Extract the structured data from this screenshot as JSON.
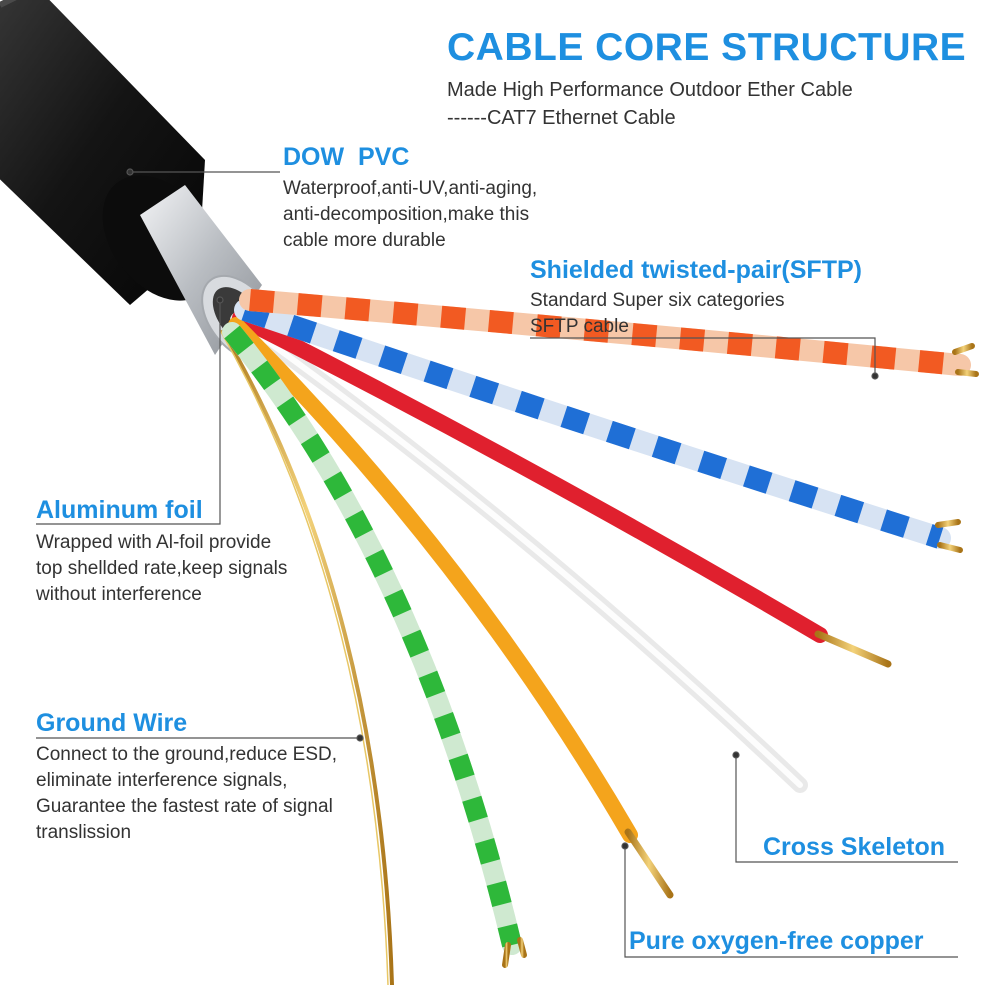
{
  "title": "CABLE CORE STRUCTURE",
  "subtitle": [
    "Made High Performance Outdoor Ether Cable",
    "------CAT7 Ethernet Cable"
  ],
  "callouts": {
    "pvc": {
      "heading": "DOW  PVC",
      "lines": [
        "Waterproof,anti-UV,anti-aging,",
        "anti-decomposition,make this",
        "cable more durable"
      ]
    },
    "sftp": {
      "heading": "Shielded twisted-pair(SFTP)",
      "lines": [
        "Standard Super six categories",
        "SFTP cable"
      ]
    },
    "foil": {
      "heading": "Aluminum foil",
      "lines": [
        "Wrapped with Al-foil provide",
        "top shellded rate,keep signals",
        "without interference"
      ]
    },
    "ground": {
      "heading": "Ground Wire",
      "lines": [
        "Connect to the ground,reduce ESD,",
        "eliminate interference signals,",
        "Guarantee the fastest rate of signal",
        "translission"
      ]
    },
    "skeleton": {
      "heading": "Cross Skeleton"
    },
    "copper": {
      "heading": "Pure oxygen-free copper"
    }
  },
  "colors": {
    "accent": "#1e8fe0",
    "text": "#333333",
    "jacket": "#151515",
    "foil": "#c9ccd0",
    "orange_pair": [
      "#f25a22",
      "#f6c7a8"
    ],
    "blue_pair": [
      "#1f6fd6",
      "#d7e3f3"
    ],
    "green_pair": [
      "#2eb83a",
      "#cfe9d0"
    ],
    "red_wire": "#e0202e",
    "yellow_wire": "#f4a41c",
    "skeleton": "#eeeeee",
    "copper": "#d7a530"
  }
}
